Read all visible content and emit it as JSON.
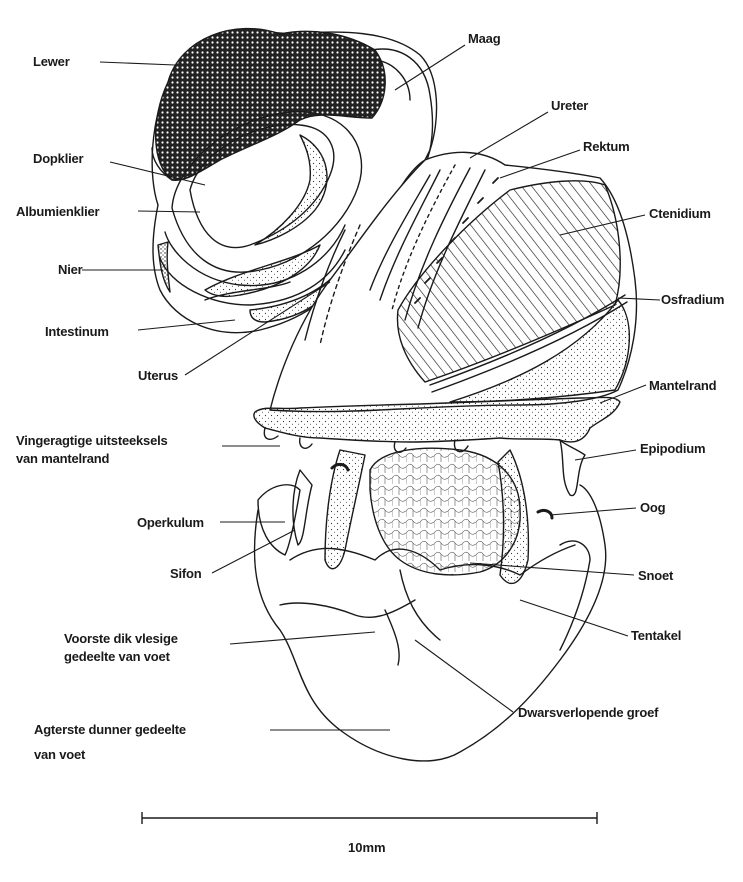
{
  "labels": {
    "lewer": "Lewer",
    "maag": "Maag",
    "ureter": "Ureter",
    "rektum": "Rektum",
    "dopklier": "Dopklier",
    "albumienklier": "Albumienklier",
    "ctenidium": "Ctenidium",
    "nier": "Nier",
    "osfradium": "Osfradium",
    "intestinum": "Intestinum",
    "uterus": "Uterus",
    "mantelrand": "Mantelrand",
    "vingeragtige_1": "Vingeragtige uitsteeksels",
    "vingeragtige_2": "van mantelrand",
    "epipodium": "Epipodium",
    "oog": "Oog",
    "operkulum": "Operkulum",
    "sifon": "Sifon",
    "snoet": "Snoet",
    "tentakel": "Tentakel",
    "voorste_1": "Voorste dik vlesige",
    "voorste_2": "gedeelte van voet",
    "dwarsverlopende": "Dwarsverlopende groef",
    "agterste_1": "Agterste dunner gedeelte",
    "agterste_2": "van voet"
  },
  "scale_bar": {
    "label": "10mm"
  },
  "colors": {
    "ink": "#1a1a1a",
    "background": "#ffffff"
  }
}
